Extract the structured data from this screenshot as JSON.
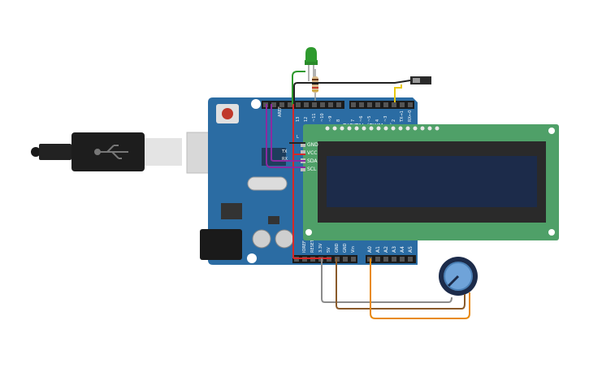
{
  "board": {
    "aref_label": "AREF",
    "digital_label": "DIGITAL (PWM ~)",
    "digital_pins": [
      "13",
      "12",
      "~11",
      "~10",
      "~9",
      "8",
      "7",
      "~6",
      "~5",
      "4",
      "~3",
      "2",
      "TX→1",
      "RX←0"
    ],
    "led_l_label": "L",
    "tx_label": "TX",
    "rx_label": "RX",
    "power_pins": [
      "IOREF",
      "RESET",
      "3.3V",
      "5V",
      "GND",
      "GND",
      "Vin"
    ],
    "analog_pins": [
      "A0",
      "A1",
      "A2",
      "A3",
      "A4",
      "A5"
    ]
  },
  "lcd": {
    "pins": [
      "GND",
      "VCC",
      "SDA",
      "SCL"
    ]
  },
  "colors": {
    "board": "#2b6ca3",
    "lcd_pcb": "#4fa068",
    "lcd_screen": "#1c2b4a",
    "led": "#2e9a2e",
    "wire_red": "#d62828",
    "wire_purple": "#8a2ba0",
    "wire_green": "#2e9a2e",
    "wire_black": "#222222",
    "wire_orange": "#e88a10",
    "wire_brown": "#8a5a2a",
    "wire_gray": "#8c8c8c",
    "wire_yellow": "#e8c810"
  }
}
